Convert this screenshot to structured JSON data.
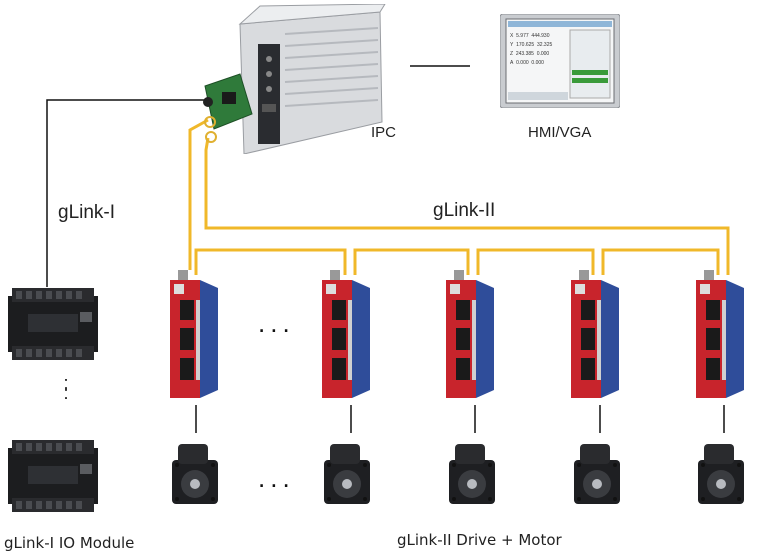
{
  "labels": {
    "ipc": "IPC",
    "hmi": "HMI/VGA",
    "glink1": "gLink-I",
    "glink2": "gLink-II",
    "io_module": "gLink-I IO Module",
    "drive_motor": "gLink-II Drive + Motor"
  },
  "ellipsis_h": "...",
  "ellipsis_v": ":",
  "hmi_screen": {
    "rows": [
      {
        "axis": "X",
        "v1": "5.977",
        "v2": "444.930"
      },
      {
        "axis": "Y",
        "v1": "170.625",
        "v2": "32.325"
      },
      {
        "axis": "Z",
        "v1": "243.385",
        "v2": "0.000"
      },
      {
        "axis": "A",
        "v1": "0.000",
        "v2": "0.000"
      }
    ]
  },
  "colors": {
    "glink2_wire": "#f0b82a",
    "glink1_wire": "#111111",
    "drive_red": "#c8242c",
    "drive_blue": "#2f4d9a"
  }
}
